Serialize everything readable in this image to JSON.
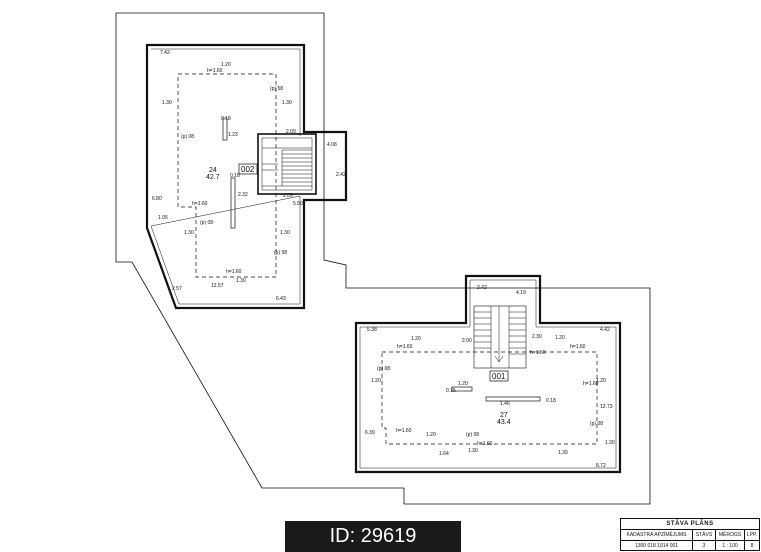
{
  "upper_unit": {
    "room_id": "002",
    "room_number": "24",
    "area": "42.7",
    "dims": {
      "d1": "7.42",
      "d2": "1.20",
      "d3": "h=1.60",
      "d4": "1.30",
      "d5": "1.30",
      "d6": "(p) 08",
      "d7": "(p) 58",
      "d8": "0.18",
      "d9": "1.23",
      "d10": "2.09",
      "d11": "4.08",
      "d12": "2.42",
      "d13": "0.18",
      "d14": "2.32",
      "d15": "2.09",
      "d16": "5.50",
      "d17": "h=1.60",
      "d18": "6.80",
      "d19": "1.05",
      "d20": "1.30",
      "d21": "(p) 08",
      "d22": "1.30",
      "d23": "(p) 58",
      "d24": "h=1.60",
      "d25": "2.57",
      "d26": "12.57",
      "d27": "1.30",
      "d28": "6.43"
    }
  },
  "lower_unit": {
    "room_id": "001",
    "room_number": "27",
    "area": "43.4",
    "dims": {
      "d1": "2.42",
      "d2": "4.19",
      "d3": "5.38",
      "d4": "2.00",
      "d5": "2.30",
      "d6": "1.20",
      "d7": "4.42",
      "d8": "h=1.60",
      "d9": "1.20",
      "d10": "h=1.60",
      "d11": "h=1.60",
      "d12": "(p) 08",
      "d13": "1.20",
      "d14": "1.20",
      "d15": "1.20",
      "d16": "0.15",
      "d17": "1.46",
      "d18": "0.18",
      "d19": "12.73",
      "d20": "h=1.60",
      "d21": "(p) 08",
      "d22": "1.20",
      "d23": "(p) 08",
      "d24": "6.39",
      "d25": "h=1.60",
      "d26": "1.30",
      "d27": "1.30",
      "d28": "1.30",
      "d29": "1.64",
      "d30": "8.72"
    }
  },
  "id_banner": "ID: 29619",
  "stamp": {
    "title": "STĀVA PLĀNS",
    "headers": [
      "KADASTRA APZĪMĒJUMS",
      "STĀVS",
      "MĒROGS",
      "LPP."
    ],
    "values": [
      "1300 018 1914 001",
      "3",
      "1 : 100",
      "8"
    ]
  },
  "colors": {
    "line": "#111111",
    "banner_bg": "#1a1a1a"
  }
}
